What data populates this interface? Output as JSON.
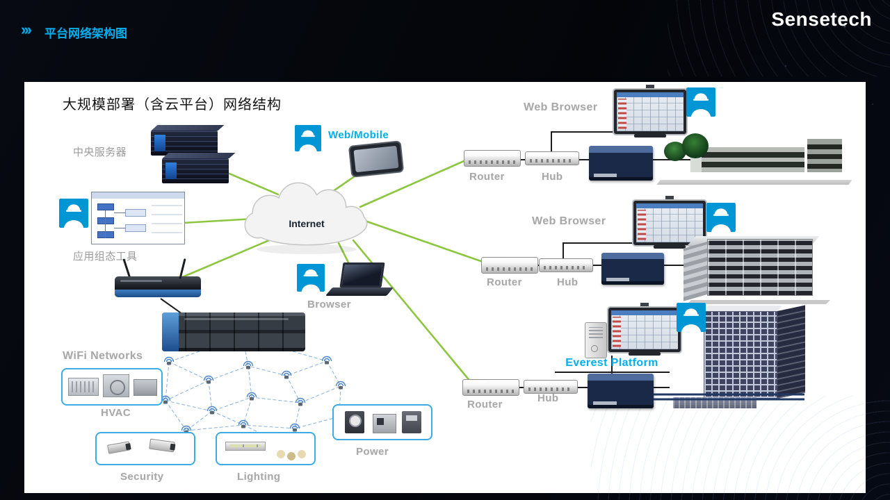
{
  "header": {
    "chevrons": "›››",
    "title": "平台网络架构图",
    "logo": "Sensetech"
  },
  "panel": {
    "title": "大规模部署（含云平台）网络结构"
  },
  "cloud": {
    "label": "Internet"
  },
  "left": {
    "central_server": "中央服务器",
    "web_mobile": "Web/Mobile",
    "config_tool": "应用组态工具",
    "browser": "Browser",
    "wifi_networks": "WiFi Networks",
    "hvac": "HVAC",
    "security": "Security",
    "lighting": "Lighting",
    "power": "Power"
  },
  "right": {
    "row1": {
      "web_browser": "Web Browser",
      "router": "Router",
      "hub": "Hub"
    },
    "row2": {
      "web_browser": "Web Browser",
      "router": "Router",
      "hub": "Hub"
    },
    "row3": {
      "everest": "Everest Platform",
      "router": "Router",
      "hub": "Hub"
    }
  },
  "colors": {
    "accent_cyan": "#00AEEF",
    "line_green": "#8CC63E",
    "label_gray": "#A8A8A8",
    "mesh_blue": "#85B2DC",
    "worker_blue": "#0096D6"
  }
}
